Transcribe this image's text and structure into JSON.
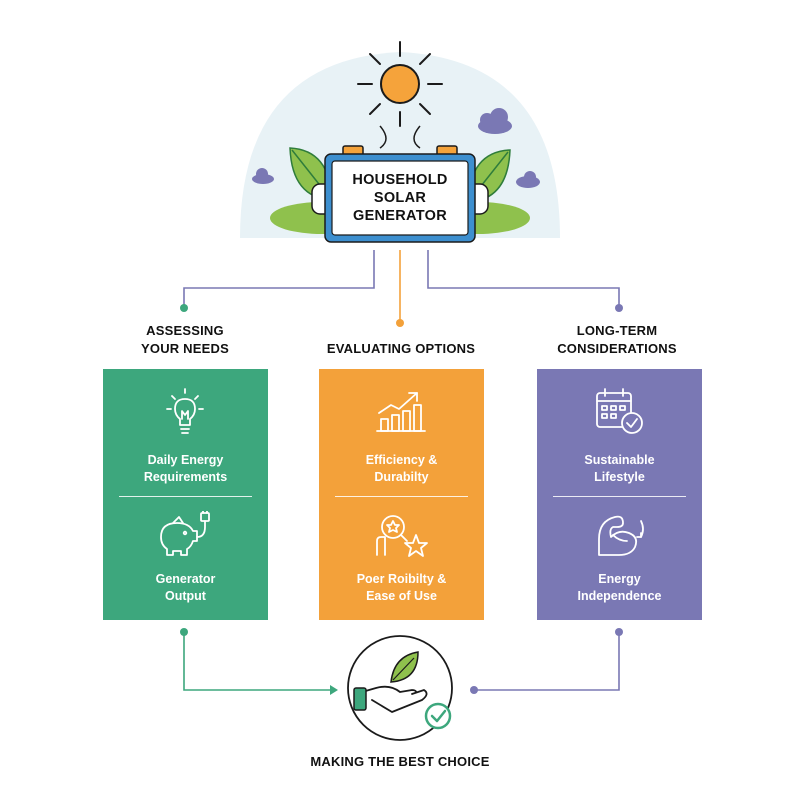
{
  "hero": {
    "title_lines": [
      "HOUSEHOLD",
      "SOLAR",
      "GENERATOR"
    ]
  },
  "columns": [
    {
      "heading_lines": [
        "ASSESSING",
        "YOUR NEEDS"
      ],
      "items": [
        {
          "label_lines": [
            "Daily Energy",
            "Requirements"
          ],
          "icon": "lightbulb-icon"
        },
        {
          "label_lines": [
            "Generator",
            "Output"
          ],
          "icon": "piggy-bank-plug-icon"
        }
      ]
    },
    {
      "heading_lines": [
        "EVALUATING OPTIONS"
      ],
      "items": [
        {
          "label_lines": [
            "Efficiency &",
            "Durabilty"
          ],
          "icon": "growth-chart-icon"
        },
        {
          "label_lines": [
            "Poer Roibilty &",
            "Ease of Use"
          ],
          "icon": "quality-star-icon"
        }
      ]
    },
    {
      "heading_lines": [
        "LONG-TERM",
        "CONSIDERATIONS"
      ],
      "items": [
        {
          "label_lines": [
            "Sustainable",
            "Lifestyle"
          ],
          "icon": "calendar-check-icon"
        },
        {
          "label_lines": [
            "Energy",
            "Independence"
          ],
          "icon": "flexed-arm-icon"
        }
      ]
    }
  ],
  "conclusion": {
    "title": "MAKING THE BEST CHOICE",
    "icon": "hand-leaf-check-icon"
  },
  "colors": {
    "green": "#3da77d",
    "orange": "#f3a13a",
    "purple": "#7a78b4",
    "frame_blue": "#3d8fcf",
    "sun": "#f5a33b"
  }
}
